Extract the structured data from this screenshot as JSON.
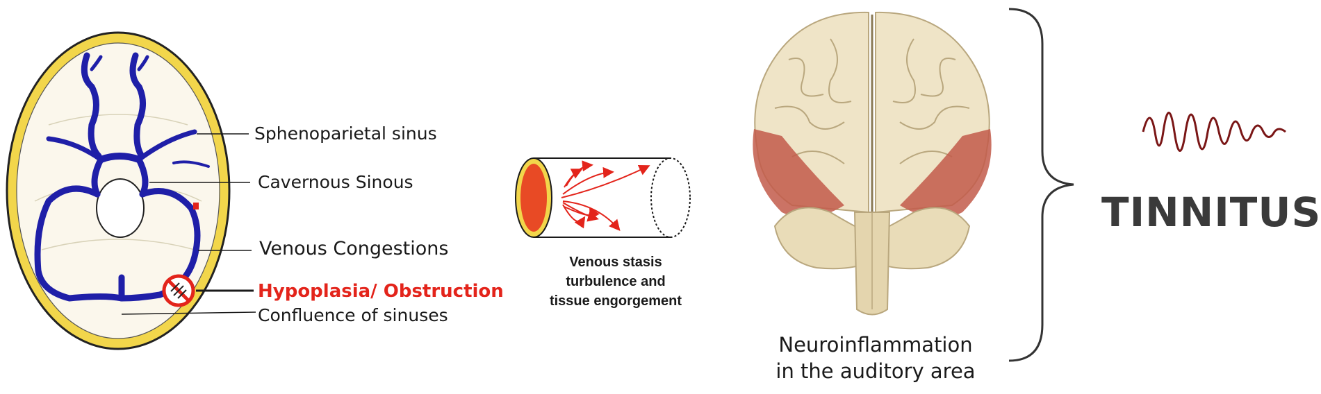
{
  "skull_labels": {
    "sphenoparietal": "Sphenoparietal sinus",
    "cavernous": "Cavernous Sinous",
    "venous_congestions": "Venous Congestions",
    "hypoplasia": "Hypoplasia/ Obstruction",
    "confluence": "Confluence of sinuses"
  },
  "vessel_caption": {
    "line1": "Venous stasis",
    "line2": "turbulence and",
    "line3": "tissue engorgement"
  },
  "brain_caption": {
    "line1": "Neuroinflammation",
    "line2": "in the auditory area"
  },
  "outcome": {
    "title": "TINNITUS"
  },
  "colors": {
    "vein_blue": "#1f1fa8",
    "obstruction_red": "#e3241b",
    "skull_yellow": "#f2d64b",
    "brain_cream": "#efe4c7",
    "auditory_red": "#c25a4a",
    "tinnitus_wave": "#7a1616",
    "tinnitus_text": "#3a3a3a"
  },
  "icons": [
    "skull-base-icon",
    "prohibition-icon",
    "vessel-icon",
    "flow-arrows-icon",
    "brain-icon",
    "curly-brace-icon",
    "sound-wave-icon"
  ]
}
